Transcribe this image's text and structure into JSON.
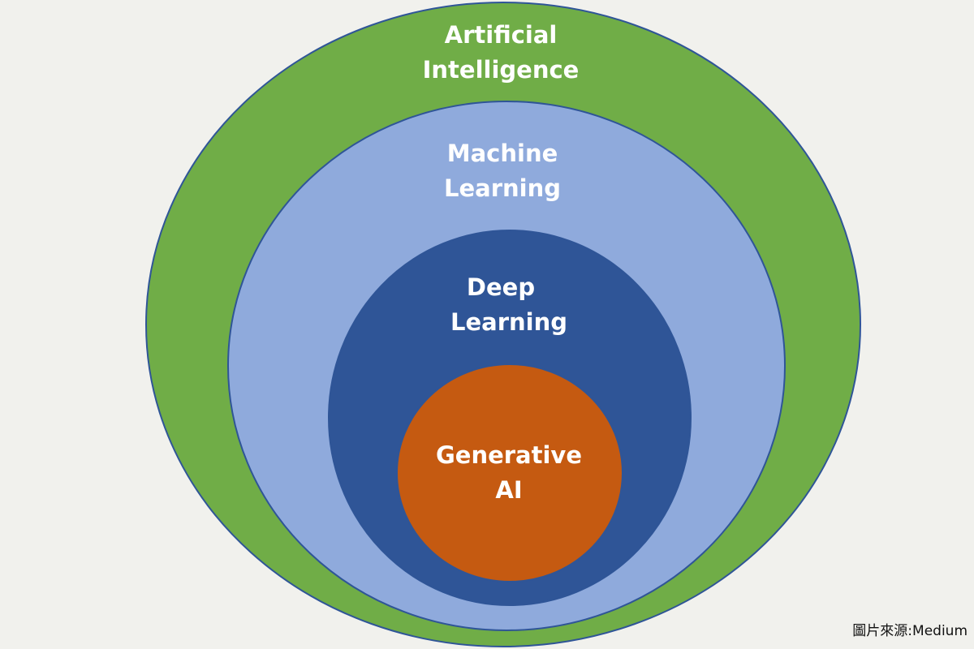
{
  "diagram": {
    "layers": [
      {
        "name": "ai",
        "lines": [
          "Artificial",
          "Intelligence"
        ],
        "fill": "#70ad47",
        "stroke": "#2f5597"
      },
      {
        "name": "ml",
        "lines": [
          "Machine",
          "Learning"
        ],
        "fill": "#8faadc",
        "stroke": "#2f5597"
      },
      {
        "name": "dl",
        "lines": [
          "Deep",
          "Learning"
        ],
        "fill": "#2f5597",
        "stroke": "#2f5597"
      },
      {
        "name": "genai",
        "lines": [
          "Generative",
          "AI"
        ],
        "fill": "#c55a11",
        "stroke": "#2f5597"
      }
    ],
    "label_color": "#ffffff"
  },
  "caption": {
    "source": "圖片來源:Medium"
  }
}
